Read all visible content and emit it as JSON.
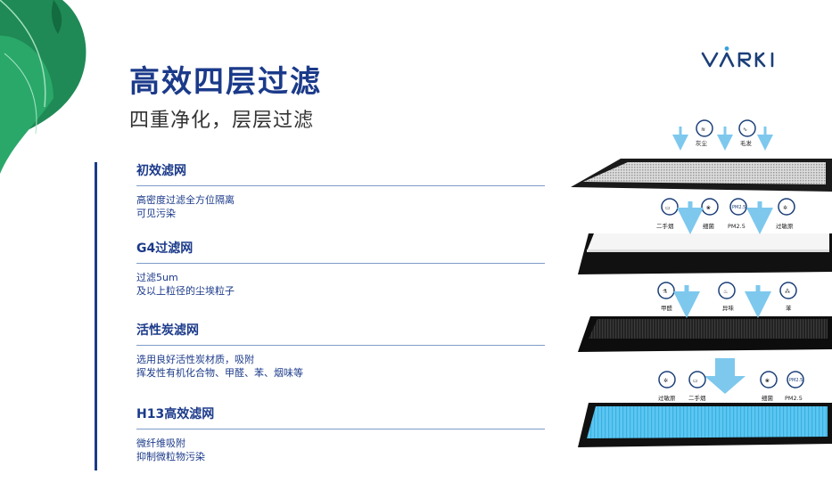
{
  "header": {
    "title": "高效四层过滤",
    "subtitle": "四重净化，层层过滤",
    "brand": "VARKI"
  },
  "colors": {
    "accent": "#1b3a8a",
    "brand": "#1c3f78",
    "arrow": "#7ec8ee",
    "hepa": "#5cc6f2"
  },
  "filters": [
    {
      "name": "初效滤网",
      "desc": [
        "高密度过滤全方位隔离",
        "可见污染"
      ]
    },
    {
      "name": "G4过滤网",
      "desc": [
        "过滤5um",
        "及以上粒径的尘埃粒子"
      ]
    },
    {
      "name": "活性炭滤网",
      "desc": [
        "选用良好活性炭材质，吸附",
        "挥发性有机化合物、甲醛、苯、烟味等"
      ]
    },
    {
      "name": "H13高效滤网",
      "desc": [
        "微纤维吸附",
        "抑制微粒物污染"
      ]
    }
  ],
  "diagram": {
    "layer1": [
      "灰尘",
      "毛发"
    ],
    "layer2": [
      "二手烟",
      "细菌",
      "PM2.5",
      "过敏原"
    ],
    "layer3": [
      "甲醛",
      "异味",
      "苯"
    ],
    "layer4": [
      "过敏原",
      "二手烟",
      "细菌",
      "PM2.5"
    ],
    "pm_badge": "PM2.5"
  }
}
